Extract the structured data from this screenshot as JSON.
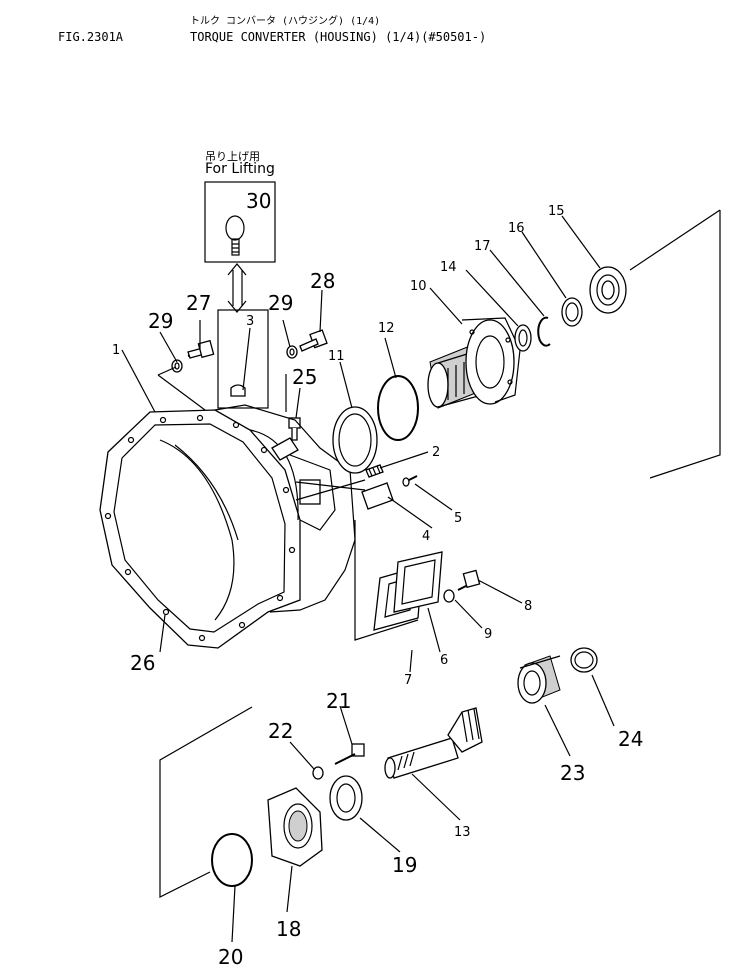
{
  "header": {
    "figure_id": "FIG.2301A",
    "title_jp": "トルク コンバータ (ハウジング) (1/4)",
    "title_en": "TORQUE CONVERTER (HOUSING) (1/4)(#50501-)"
  },
  "lifting_note": {
    "jp": "吊り上げ用",
    "en": "For Lifting"
  },
  "callouts": {
    "p1": "1",
    "p2": "2",
    "p3": "3",
    "p4": "4",
    "p5": "5",
    "p6": "6",
    "p7": "7",
    "p8": "8",
    "p9": "9",
    "p10": "10",
    "p11": "11",
    "p12": "12",
    "p13": "13",
    "p14": "14",
    "p15": "15",
    "p16": "16",
    "p17": "17",
    "p18": "18",
    "p19": "19",
    "p20": "20",
    "p21": "21",
    "p22": "22",
    "p23": "23",
    "p24": "24",
    "p25": "25",
    "p26": "26",
    "p27": "27",
    "p28": "28",
    "p29a": "29",
    "p29b": "29",
    "p30": "30"
  }
}
